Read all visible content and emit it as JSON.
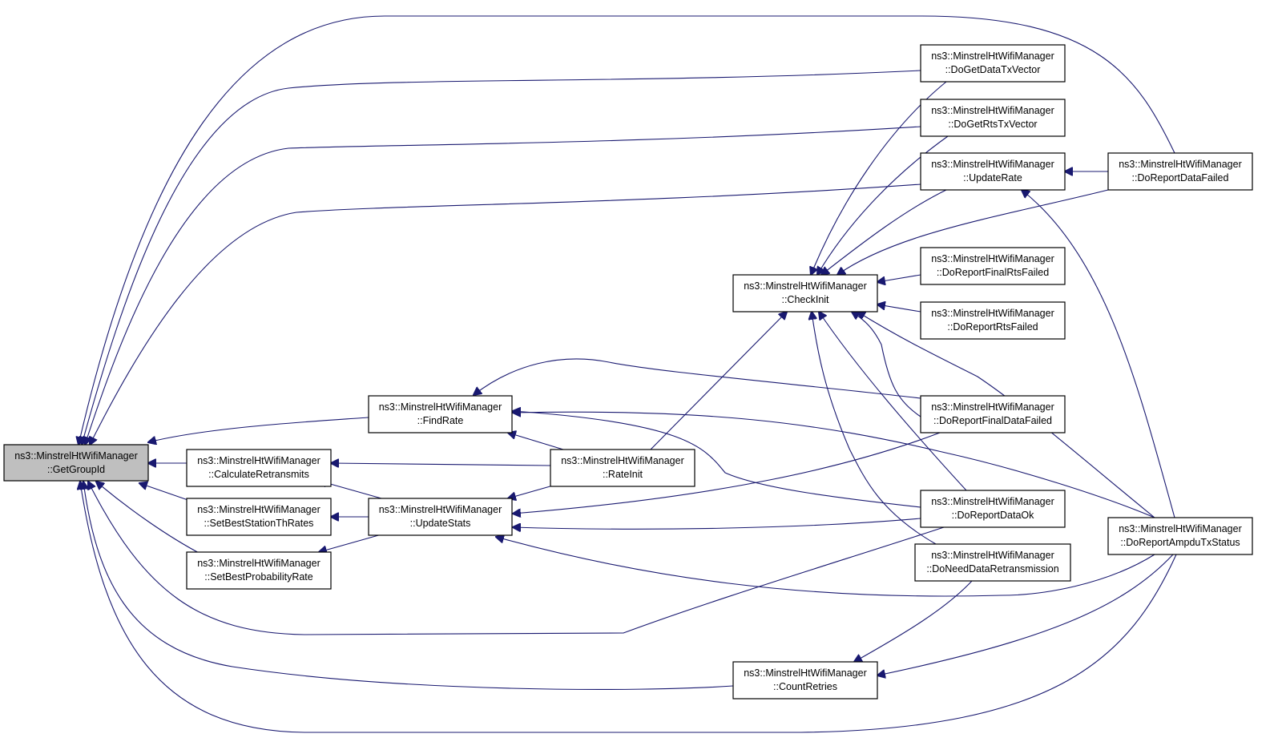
{
  "diagram": {
    "nodes": [
      {
        "id": "getGroupId",
        "line1": "ns3::MinstrelHtWifiManager",
        "line2": "::GetGroupId",
        "root": true
      },
      {
        "id": "findRate",
        "line1": "ns3::MinstrelHtWifiManager",
        "line2": "::FindRate"
      },
      {
        "id": "calcRetrans",
        "line1": "ns3::MinstrelHtWifiManager",
        "line2": "::CalculateRetransmits"
      },
      {
        "id": "setBestStation",
        "line1": "ns3::MinstrelHtWifiManager",
        "line2": "::SetBestStationThRates"
      },
      {
        "id": "setBestProb",
        "line1": "ns3::MinstrelHtWifiManager",
        "line2": "::SetBestProbabilityRate"
      },
      {
        "id": "updateStats",
        "line1": "ns3::MinstrelHtWifiManager",
        "line2": "::UpdateStats"
      },
      {
        "id": "rateInit",
        "line1": "ns3::MinstrelHtWifiManager",
        "line2": "::RateInit"
      },
      {
        "id": "checkInit",
        "line1": "ns3::MinstrelHtWifiManager",
        "line2": "::CheckInit"
      },
      {
        "id": "countRetries",
        "line1": "ns3::MinstrelHtWifiManager",
        "line2": "::CountRetries"
      },
      {
        "id": "doGetDataTx",
        "line1": "ns3::MinstrelHtWifiManager",
        "line2": "::DoGetDataTxVector"
      },
      {
        "id": "doGetRtsTx",
        "line1": "ns3::MinstrelHtWifiManager",
        "line2": "::DoGetRtsTxVector"
      },
      {
        "id": "updateRate",
        "line1": "ns3::MinstrelHtWifiManager",
        "line2": "::UpdateRate"
      },
      {
        "id": "doReportFinalRts",
        "line1": "ns3::MinstrelHtWifiManager",
        "line2": "::DoReportFinalRtsFailed"
      },
      {
        "id": "doReportRts",
        "line1": "ns3::MinstrelHtWifiManager",
        "line2": "::DoReportRtsFailed"
      },
      {
        "id": "doReportFinalData",
        "line1": "ns3::MinstrelHtWifiManager",
        "line2": "::DoReportFinalDataFailed"
      },
      {
        "id": "doReportDataOk",
        "line1": "ns3::MinstrelHtWifiManager",
        "line2": "::DoReportDataOk"
      },
      {
        "id": "doNeedDataRetrans",
        "line1": "ns3::MinstrelHtWifiManager",
        "line2": "::DoNeedDataRetransmission"
      },
      {
        "id": "doReportDataFailed",
        "line1": "ns3::MinstrelHtWifiManager",
        "line2": "::DoReportDataFailed"
      },
      {
        "id": "doReportAmpdu",
        "line1": "ns3::MinstrelHtWifiManager",
        "line2": "::DoReportAmpduTxStatus"
      }
    ],
    "edges": [
      {
        "from": "findRate",
        "to": "getGroupId"
      },
      {
        "from": "calcRetrans",
        "to": "getGroupId"
      },
      {
        "from": "setBestStation",
        "to": "getGroupId"
      },
      {
        "from": "setBestProb",
        "to": "getGroupId"
      },
      {
        "from": "doGetDataTx",
        "to": "getGroupId"
      },
      {
        "from": "doGetRtsTx",
        "to": "getGroupId"
      },
      {
        "from": "updateRate",
        "to": "getGroupId"
      },
      {
        "from": "doReportDataFailed",
        "to": "getGroupId"
      },
      {
        "from": "doReportDataOk",
        "to": "getGroupId"
      },
      {
        "from": "countRetries",
        "to": "getGroupId"
      },
      {
        "from": "doReportAmpdu",
        "to": "getGroupId"
      },
      {
        "from": "rateInit",
        "to": "findRate"
      },
      {
        "from": "doReportFinalData",
        "to": "findRate"
      },
      {
        "from": "doReportDataOk",
        "to": "findRate"
      },
      {
        "from": "doReportAmpdu",
        "to": "findRate"
      },
      {
        "from": "rateInit",
        "to": "calcRetrans"
      },
      {
        "from": "updateStats",
        "to": "calcRetrans"
      },
      {
        "from": "updateStats",
        "to": "setBestStation"
      },
      {
        "from": "updateStats",
        "to": "setBestProb"
      },
      {
        "from": "rateInit",
        "to": "updateStats"
      },
      {
        "from": "doReportFinalData",
        "to": "updateStats"
      },
      {
        "from": "doReportDataOk",
        "to": "updateStats"
      },
      {
        "from": "doReportAmpdu",
        "to": "updateStats"
      },
      {
        "from": "rateInit",
        "to": "checkInit"
      },
      {
        "from": "doGetDataTx",
        "to": "checkInit"
      },
      {
        "from": "doGetRtsTx",
        "to": "checkInit"
      },
      {
        "from": "updateRate",
        "to": "checkInit"
      },
      {
        "from": "doReportDataFailed",
        "to": "checkInit"
      },
      {
        "from": "doReportFinalRts",
        "to": "checkInit"
      },
      {
        "from": "doReportRts",
        "to": "checkInit"
      },
      {
        "from": "doReportFinalData",
        "to": "checkInit"
      },
      {
        "from": "doReportAmpdu",
        "to": "checkInit"
      },
      {
        "from": "doReportDataOk",
        "to": "checkInit"
      },
      {
        "from": "doNeedDataRetrans",
        "to": "checkInit"
      },
      {
        "from": "doReportDataFailed",
        "to": "updateRate"
      },
      {
        "from": "doReportAmpdu",
        "to": "updateRate"
      },
      {
        "from": "doNeedDataRetrans",
        "to": "countRetries"
      },
      {
        "from": "doReportAmpdu",
        "to": "countRetries"
      }
    ]
  }
}
